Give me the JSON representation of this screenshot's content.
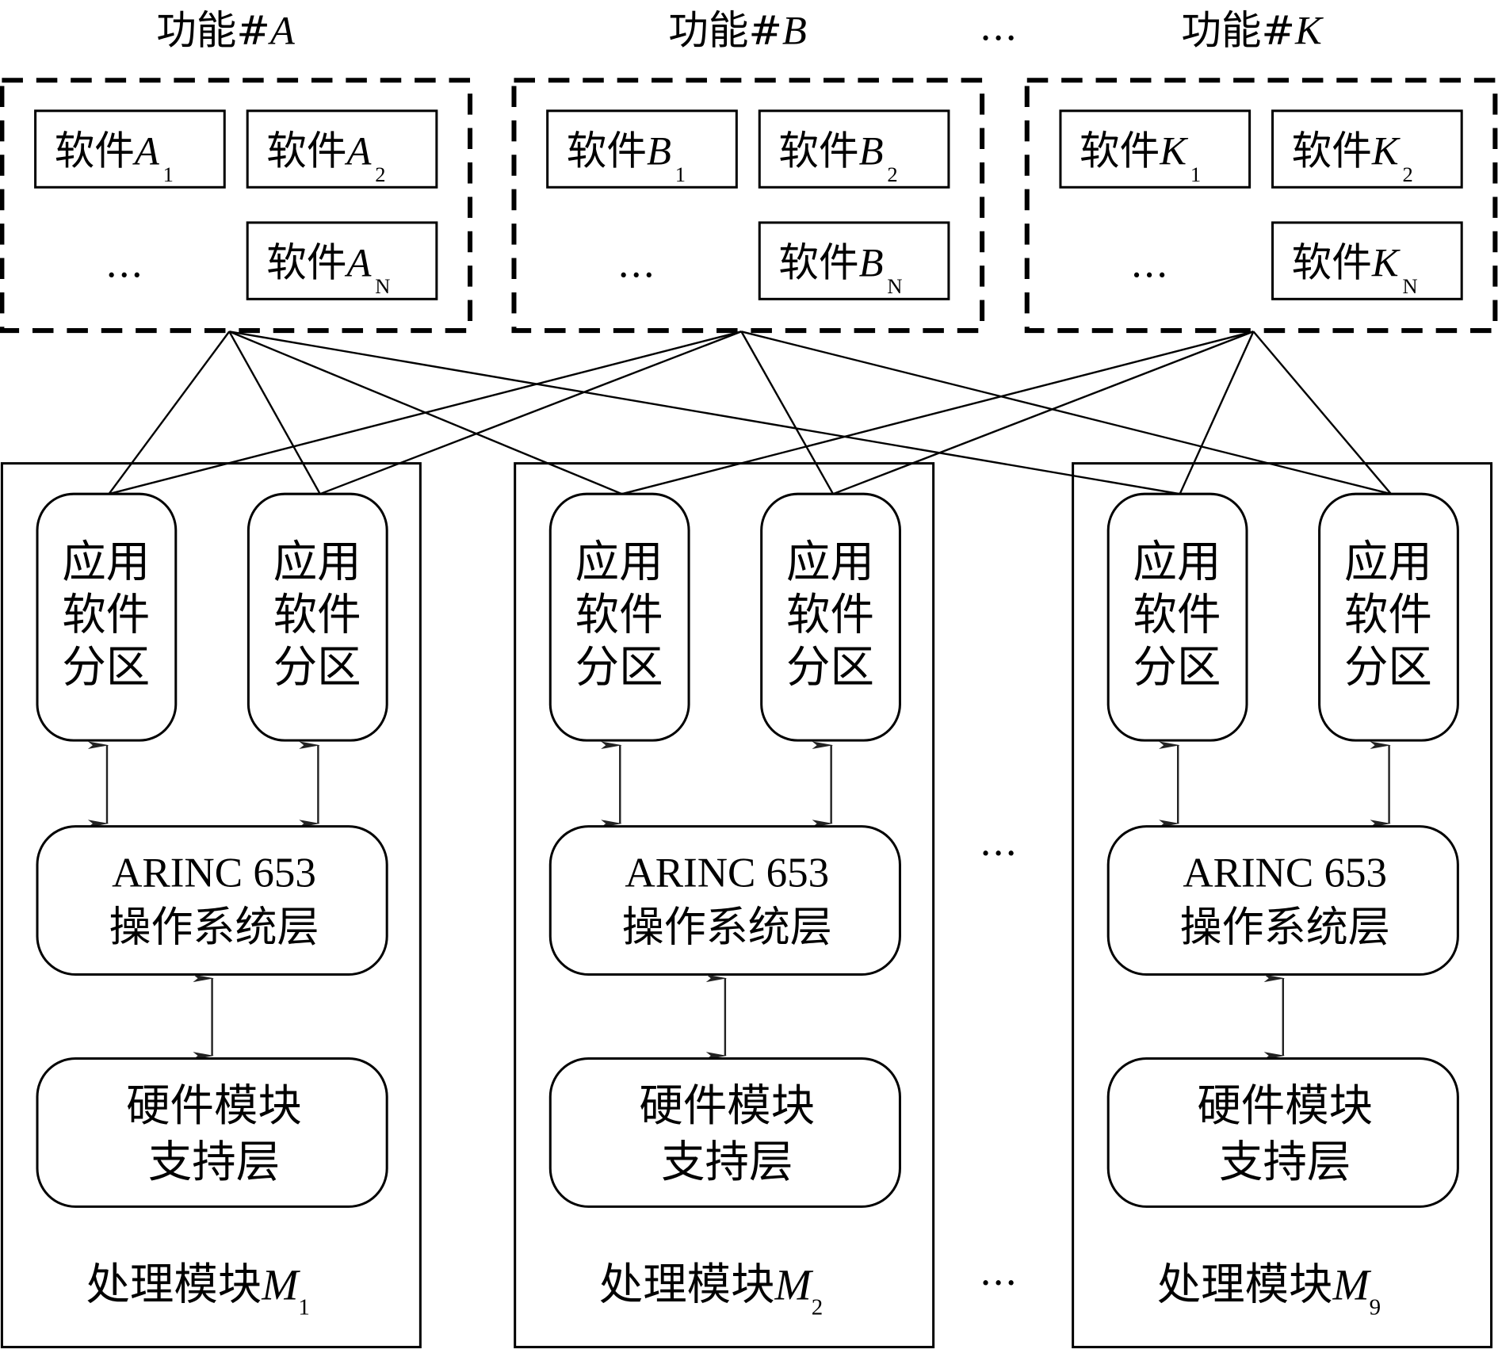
{
  "functions": [
    {
      "title_cn": "功能#",
      "title_var": "A",
      "software": [
        {
          "label": "软件",
          "var": "A",
          "sub": "1"
        },
        {
          "label": "软件",
          "var": "A",
          "sub": "2"
        },
        {
          "label": "软件",
          "var": "A",
          "sub": "N"
        }
      ],
      "ellipsis": "…"
    },
    {
      "title_cn": "功能#",
      "title_var": "B",
      "software": [
        {
          "label": "软件",
          "var": "B",
          "sub": "1"
        },
        {
          "label": "软件",
          "var": "B",
          "sub": "2"
        },
        {
          "label": "软件",
          "var": "B",
          "sub": "N"
        }
      ],
      "ellipsis": "…"
    },
    {
      "title_cn": "功能#",
      "title_var": "K",
      "software": [
        {
          "label": "软件",
          "var": "K",
          "sub": "1"
        },
        {
          "label": "软件",
          "var": "K",
          "sub": "2"
        },
        {
          "label": "软件",
          "var": "K",
          "sub": "N"
        }
      ],
      "ellipsis": "…"
    }
  ],
  "functions_ellipsis": "…",
  "modules": [
    {
      "name_cn": "处理模块",
      "var": "M",
      "sub": "1"
    },
    {
      "name_cn": "处理模块",
      "var": "M",
      "sub": "2"
    },
    {
      "name_cn": "处理模块",
      "var": "M",
      "sub": "9"
    }
  ],
  "module_parts": {
    "app_partition": [
      "应用",
      "软件",
      "分区"
    ],
    "os_layer": [
      "ARINC 653",
      "操作系统层"
    ],
    "hw_layer": [
      "硬件模块",
      "支持层"
    ]
  },
  "modules_ellipsis": "…",
  "connections": [
    {
      "from": "A",
      "to": [
        "M1.app1",
        "M1.app2",
        "M2.app1",
        "M9.app1"
      ]
    },
    {
      "from": "B",
      "to": [
        "M1.app1",
        "M1.app2",
        "M2.app2",
        "M9.app2"
      ]
    },
    {
      "from": "K",
      "to": [
        "M2.app1",
        "M2.app2",
        "M9.app1",
        "M9.app2"
      ]
    }
  ]
}
